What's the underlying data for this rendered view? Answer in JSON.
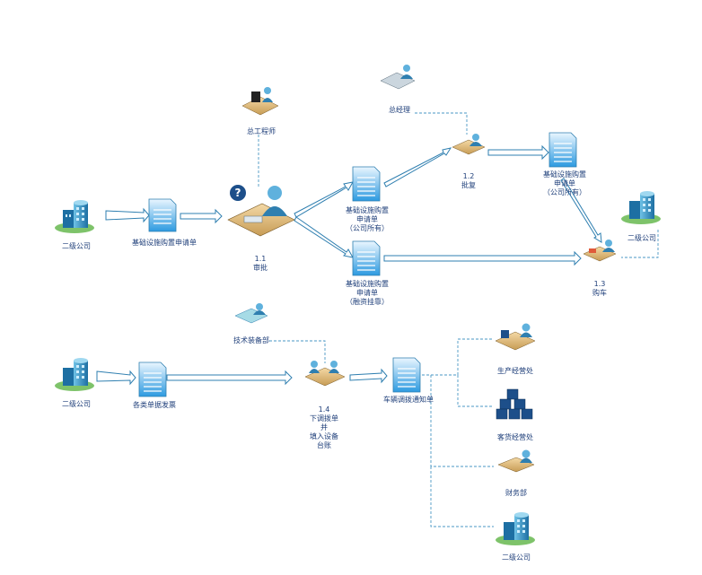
{
  "colors": {
    "arrow_fill": "#ffffff",
    "arrow_stroke": "#2f7fb0",
    "dashed": "#4a97c4",
    "doc_fill_top": "#eaf6ff",
    "doc_fill_bottom": "#2d9ae0",
    "label": "#1f3f7a"
  },
  "roles": {
    "chief_engineer": "总工程师",
    "general_manager": "总经理",
    "tech_dept": "技术装备部",
    "secondary_company_1": "二级公司",
    "secondary_company_2": "二级公司",
    "secondary_company_3": "二级公司",
    "secondary_company_4": "二级公司",
    "production_dept": "生产经营处",
    "passenger_dept": "客货经营处",
    "finance_dept": "财务部"
  },
  "documents": {
    "purchase_request": "基础设施购置申请单",
    "request_company": [
      "基础设施购置",
      "申请单",
      "（公司所有）"
    ],
    "request_self_funded": [
      "基础设施购置",
      "申请单",
      "（融资挂靠）"
    ],
    "request_company_right": [
      "基础设施购置",
      "申请单",
      "（公司所有）"
    ],
    "transfer_docs": "各类单据发票",
    "vehicle_notice": "车辆调拨通知单"
  },
  "steps": {
    "s1_1": [
      "1.1",
      "审批"
    ],
    "s1_2": [
      "1.2",
      "批复"
    ],
    "s1_3": [
      "1.3",
      "购车"
    ],
    "s1_4": [
      "1.4",
      "下调拨单",
      "并",
      "填入设备",
      "台账"
    ]
  },
  "icons": {
    "building": "building-icon",
    "document": "document-icon",
    "person_desk": "person-at-desk-icon",
    "question": "question-mark-icon",
    "boxes": "stacked-boxes-icon"
  }
}
